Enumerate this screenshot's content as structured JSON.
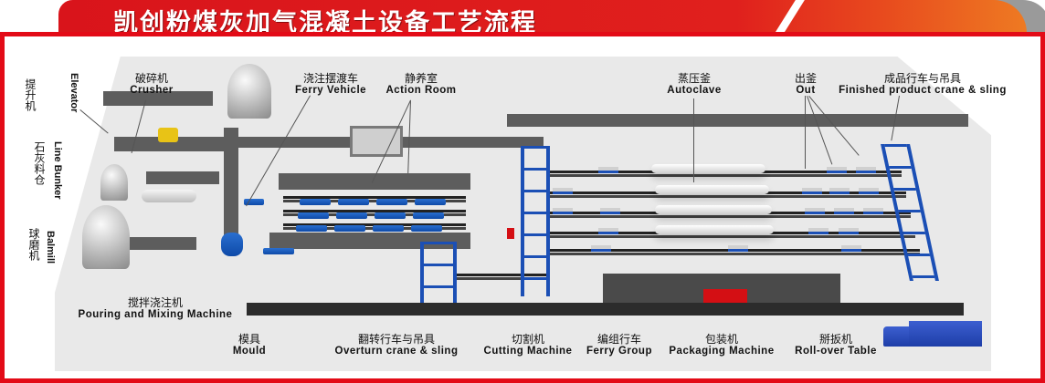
{
  "title": "凯创粉煤灰加气混凝土设备工艺流程",
  "colors": {
    "frame_red": "#e30b17",
    "banner_red": "#d9141b",
    "banner_orange": "#ee7a22",
    "equipment_blue": "#1b4fb5",
    "floor_gray": "#e9e9e9"
  },
  "labels": {
    "elevator": {
      "cn": "提升机",
      "en": "Elevator"
    },
    "crusher": {
      "cn": "破碎机",
      "en": "Crusher"
    },
    "line_bunker": {
      "cn": "石灰料仓",
      "en": "Line Bunker"
    },
    "balmill": {
      "cn": "球磨机",
      "en": "Balmill"
    },
    "ferry_vehicle": {
      "cn": "浇注摆渡车",
      "en": "Ferry Vehicle"
    },
    "action_room": {
      "cn": "静养室",
      "en": "Action Room"
    },
    "autoclave": {
      "cn": "蒸压釜",
      "en": "Autoclave"
    },
    "out": {
      "cn": "出釜",
      "en": "Out"
    },
    "finished_crane": {
      "cn": "成品行车与吊具",
      "en": "Finished product crane & sling"
    },
    "pouring_mixing": {
      "cn": "搅拌浇注机",
      "en": "Pouring and Mixing Machine"
    },
    "mould": {
      "cn": "模具",
      "en": "Mould"
    },
    "overturn_crane": {
      "cn": "翻转行车与吊具",
      "en": "Overturn crane & sling"
    },
    "cutting_machine": {
      "cn": "切割机",
      "en": "Cutting Machine"
    },
    "ferry_group": {
      "cn": "编组行车",
      "en": "Ferry Group"
    },
    "packaging_machine": {
      "cn": "包装机",
      "en": "Packaging Machine"
    },
    "rollover_table": {
      "cn": "掰扳机",
      "en": "Roll-over Table"
    }
  },
  "icons": {
    "crusher": "yellow-crusher-icon",
    "mixer": "blue-mixer-tank-icon",
    "truck": "delivery-truck-icon",
    "autoclave": "autoclave-cylinder-icon"
  }
}
